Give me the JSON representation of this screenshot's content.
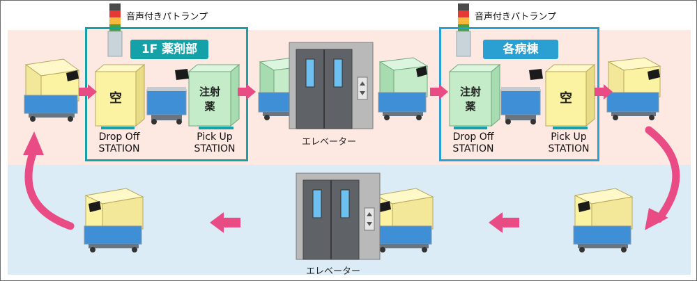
{
  "lamp": {
    "label_left": "音声付きパトランプ",
    "label_right": "音声付きパトランプ"
  },
  "stations": {
    "pharmacy": {
      "name": "1F 薬剤部",
      "color": "#14a1a7",
      "drop_box_text": "空",
      "pick_box_text": "注射\n薬",
      "drop_label": "Drop Off\nSTATION",
      "pick_label": "Pick Up\nSTATION"
    },
    "ward": {
      "name": "各病棟",
      "color": "#2aa0d2",
      "drop_box_text": "注射\n薬",
      "pick_box_text": "空",
      "drop_label": "Drop Off\nSTATION",
      "pick_label": "Pick Up\nSTATION"
    }
  },
  "elevator": {
    "label_top": "エレベーター",
    "label_bottom": "エレベーター"
  },
  "colors": {
    "band_top": "#fde8e2",
    "band_bottom": "#dcecf7",
    "arrow": "#e94b84",
    "box_empty": "#fbf2a2",
    "box_drug": "#c4ecc9"
  }
}
